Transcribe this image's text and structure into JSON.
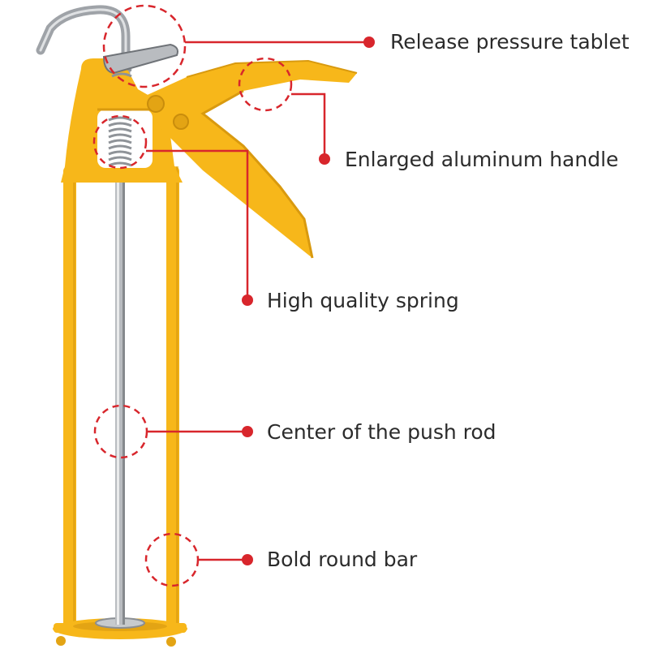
{
  "colors": {
    "body": "#f7b71a",
    "body_shadow": "#d99a0f",
    "steel": "#b9bcc0",
    "steel_dark": "#6f7378",
    "accent": "#d8262c",
    "text": "#2b2b2b"
  },
  "callouts": [
    {
      "id": "release-pressure-tablet",
      "label": "Release pressure tablet"
    },
    {
      "id": "enlarged-aluminum-handle",
      "label": "Enlarged aluminum handle"
    },
    {
      "id": "high-quality-spring",
      "label": "High quality spring"
    },
    {
      "id": "center-of-push-rod",
      "label": "Center of the push rod"
    },
    {
      "id": "bold-round-bar",
      "label": "Bold round bar"
    }
  ]
}
